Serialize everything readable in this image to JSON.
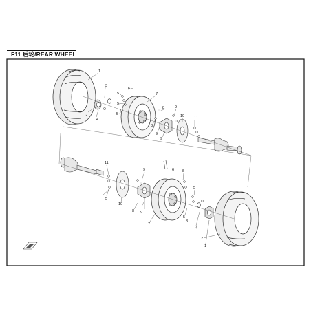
{
  "title": "F11 后轮/REAR WHEEL",
  "callouts": [
    "1",
    "2",
    "3",
    "4",
    "5",
    "6",
    "7",
    "8",
    "9",
    "10",
    "11"
  ]
}
